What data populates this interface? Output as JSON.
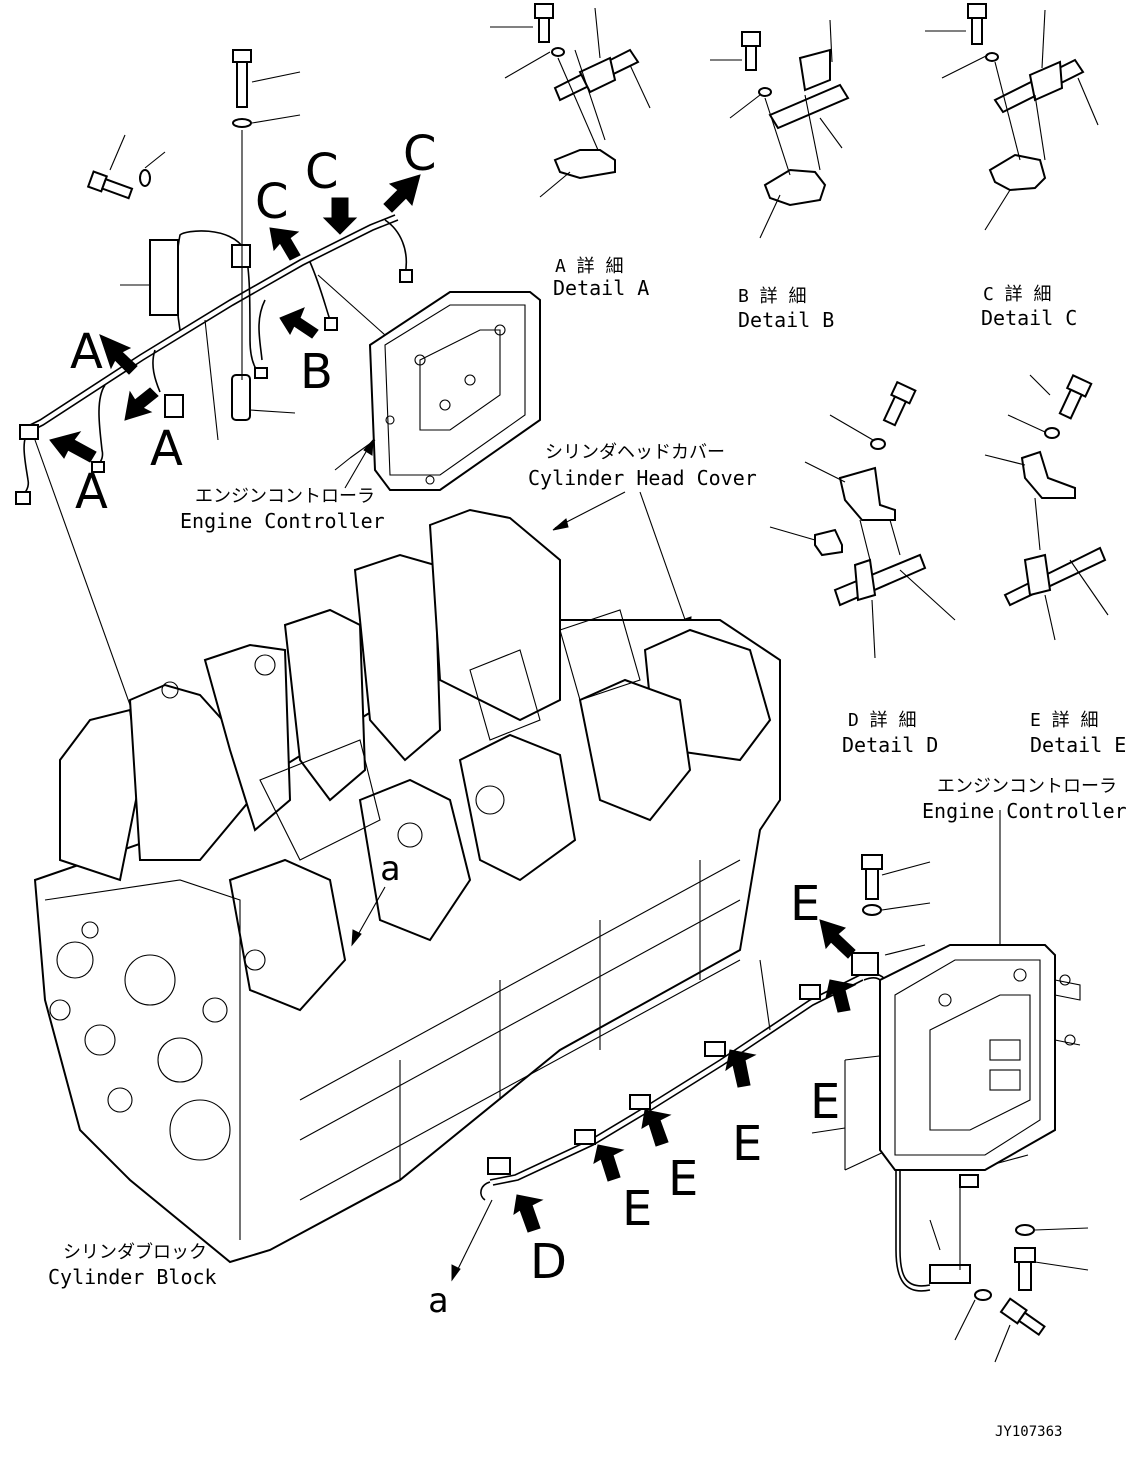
{
  "labels": {
    "detail_a_jp": "A 詳 細",
    "detail_a_en": "Detail A",
    "detail_b_jp": "B 詳 細",
    "detail_b_en": "Detail B",
    "detail_c_jp": "C 詳 細",
    "detail_c_en": "Detail C",
    "detail_d_jp": "D 詳 細",
    "detail_d_en": "Detail D",
    "detail_e_jp": "E 詳 細",
    "detail_e_en": "Detail E",
    "head_cover_jp": "シリンダヘッドカバー",
    "head_cover_en": "Cylinder Head Cover",
    "controller_jp": "エンジンコントローラ",
    "controller_en": "Engine Controller",
    "controller2_jp": "エンジンコントローラ",
    "controller2_en": "Engine Controller",
    "block_jp": "シリンダブロック",
    "block_en": "Cylinder Block",
    "drawing_no": "JY107363"
  },
  "callouts": {
    "a": "A",
    "b": "B",
    "c": "C",
    "d": "D",
    "e": "E",
    "lower_a": "a"
  }
}
